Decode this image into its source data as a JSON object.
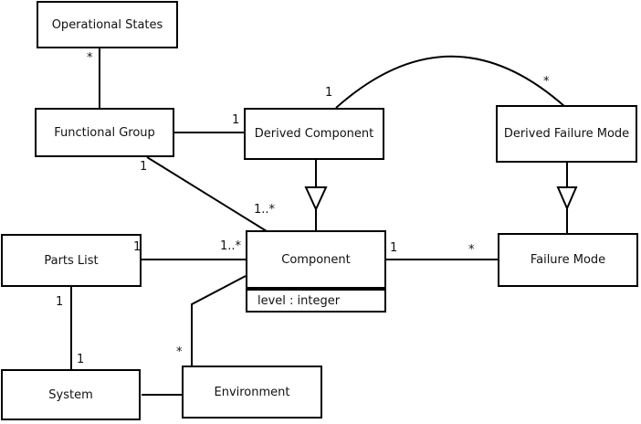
{
  "diagram": {
    "type": "uml-class-diagram",
    "colors": {
      "stroke": "#000000",
      "background": "#ffffff",
      "text": "#111111"
    },
    "nodes": {
      "operational_states": {
        "label": "Operational States"
      },
      "functional_group": {
        "label": "Functional Group"
      },
      "derived_component": {
        "label": "Derived Component"
      },
      "derived_failure_mode": {
        "label": "Derived Failure Mode"
      },
      "parts_list": {
        "label": "Parts List"
      },
      "component": {
        "label": "Component",
        "attribute": "level : integer"
      },
      "failure_mode": {
        "label": "Failure Mode"
      },
      "system": {
        "label": "System"
      },
      "environment": {
        "label": "Environment"
      }
    },
    "edges": [
      {
        "from": "Operational States",
        "to": "Functional Group",
        "type": "association",
        "source_label": "*",
        "target_label": ""
      },
      {
        "from": "Functional Group",
        "to": "Derived Component",
        "type": "association",
        "source_label": "",
        "target_label": "1"
      },
      {
        "from": "Functional Group",
        "to": "Component",
        "type": "association",
        "source_label": "1",
        "target_label": "1..*"
      },
      {
        "from": "Derived Component",
        "to": "Derived Failure Mode",
        "type": "association-arc",
        "source_label": "1",
        "target_label": "*"
      },
      {
        "from": "Derived Component",
        "to": "Component",
        "type": "generalization",
        "source_label": "",
        "target_label": ""
      },
      {
        "from": "Derived Failure Mode",
        "to": "Failure Mode",
        "type": "generalization",
        "source_label": "",
        "target_label": ""
      },
      {
        "from": "Parts List",
        "to": "Component",
        "type": "association",
        "source_label": "1",
        "target_label": "1..*"
      },
      {
        "from": "Component",
        "to": "Failure Mode",
        "type": "association",
        "source_label": "1",
        "target_label": "*"
      },
      {
        "from": "Parts List",
        "to": "System",
        "type": "association",
        "source_label": "1",
        "target_label": "1"
      },
      {
        "from": "System",
        "to": "Environment",
        "type": "association",
        "source_label": "",
        "target_label": ""
      },
      {
        "from": "Environment",
        "to": "Component",
        "type": "association",
        "source_label": "*",
        "target_label": ""
      }
    ]
  }
}
